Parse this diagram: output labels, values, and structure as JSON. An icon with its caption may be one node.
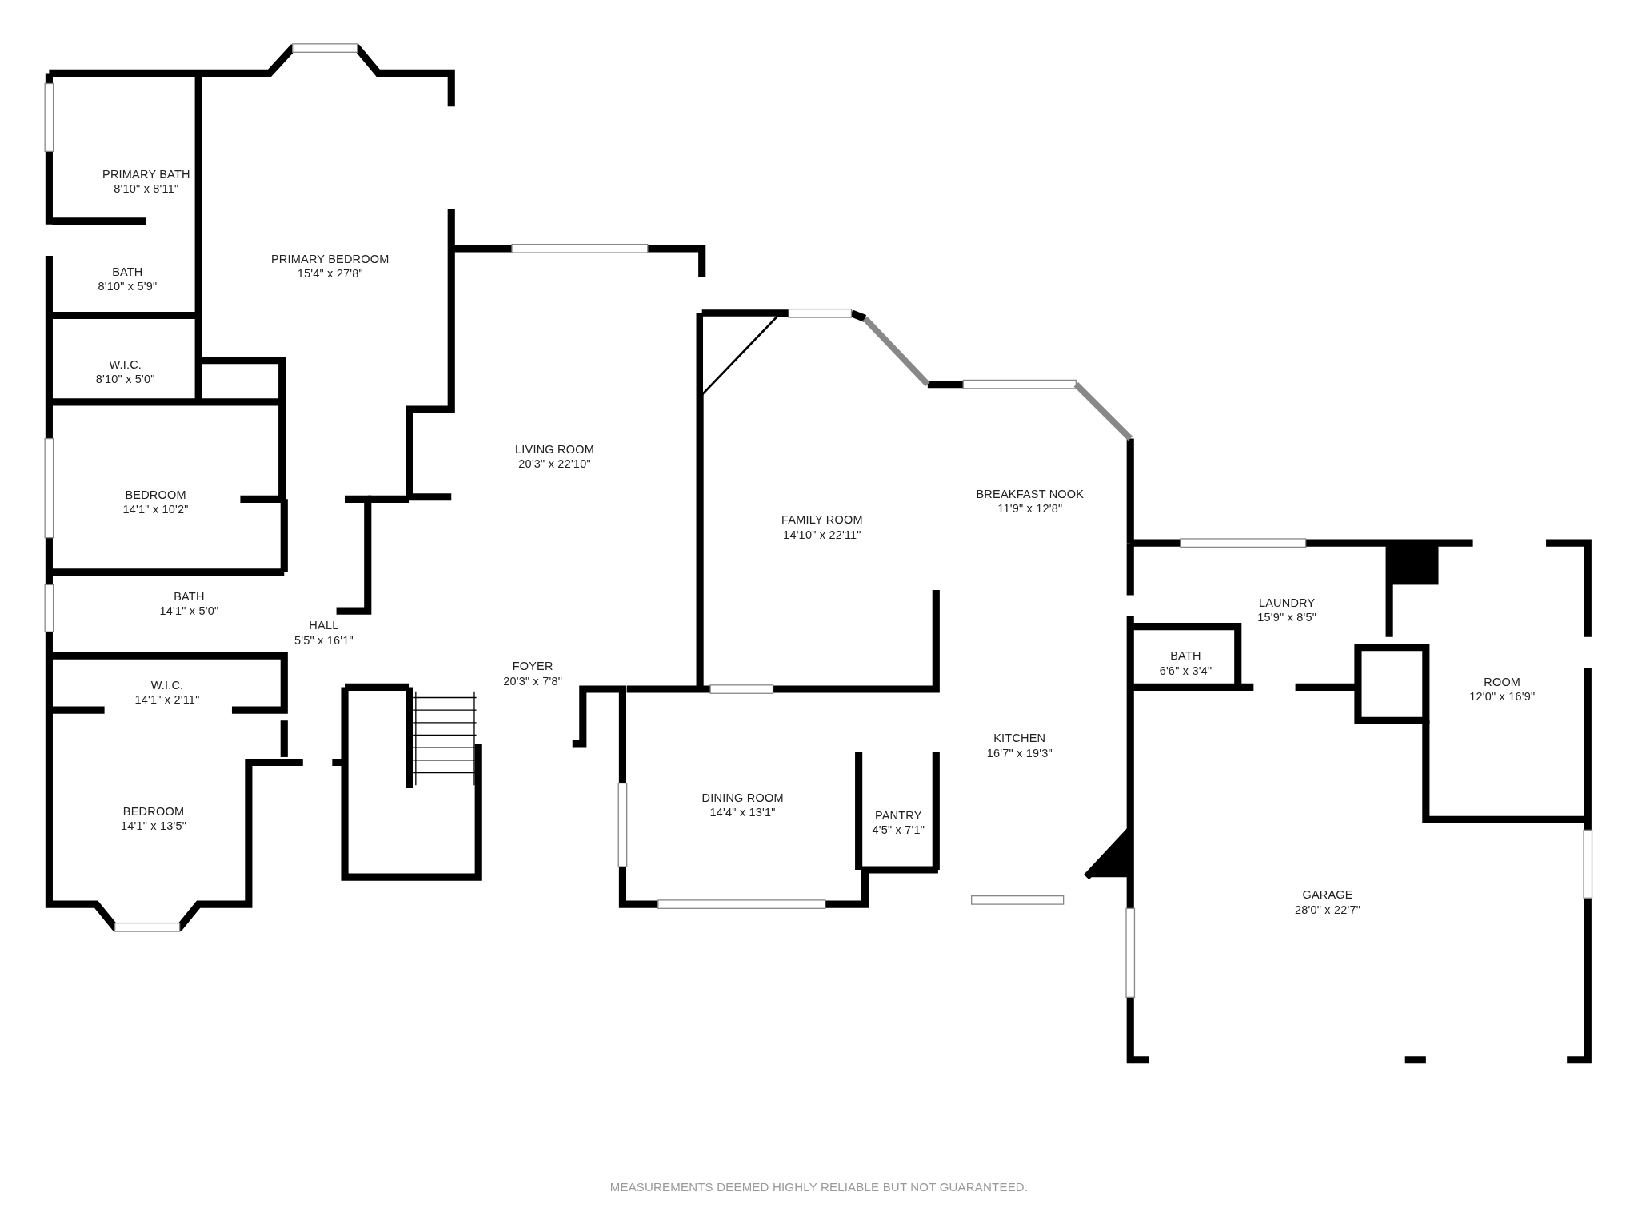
{
  "diagram": {
    "labels": [
      "PRIMARY BATH",
      "8'10\" x 8'11\"",
      "PRIMARY BEDROOM",
      "15'4\" x 27'8\"",
      "BATH",
      "8'10\" x 5'9\"",
      "W.I.C.",
      "8'10\" x 5'0\"",
      "LIVING ROOM",
      "20'3\" x 22'10\"",
      "BREAKFAST NOOK",
      "11'9\" x 12'8\"",
      "BEDROOM",
      "14'1\" x 10'2\"",
      "FAMILY ROOM",
      "14'10\" x 22'11\"",
      "BATH",
      "14'1\" x 5'0\"",
      "LAUNDRY",
      "15'9\" x 8'5\"",
      "HALL",
      "5'5\" x 16'1\"",
      "BATH",
      "6'6\" x 3'4\"",
      "FOYER",
      "20'3\" x 7'8\"",
      "ROOM",
      "12'0\" x 16'9\"",
      "W.I.C.",
      "14'1\" x 2'11\"",
      "KITCHEN",
      "16'7\" x 19'3\"",
      "DINING ROOM",
      "14'4\" x 13'1\"",
      "PANTRY",
      "4'5\" x 7'1\"",
      "BEDROOM",
      "14'1\" x 13'5\"",
      "GARAGE",
      "28'0\" x 22'7\"",
      "MEASUREMENTS DEEMED HIGHLY RELIABLE BUT NOT GUARANTEED."
    ]
  }
}
